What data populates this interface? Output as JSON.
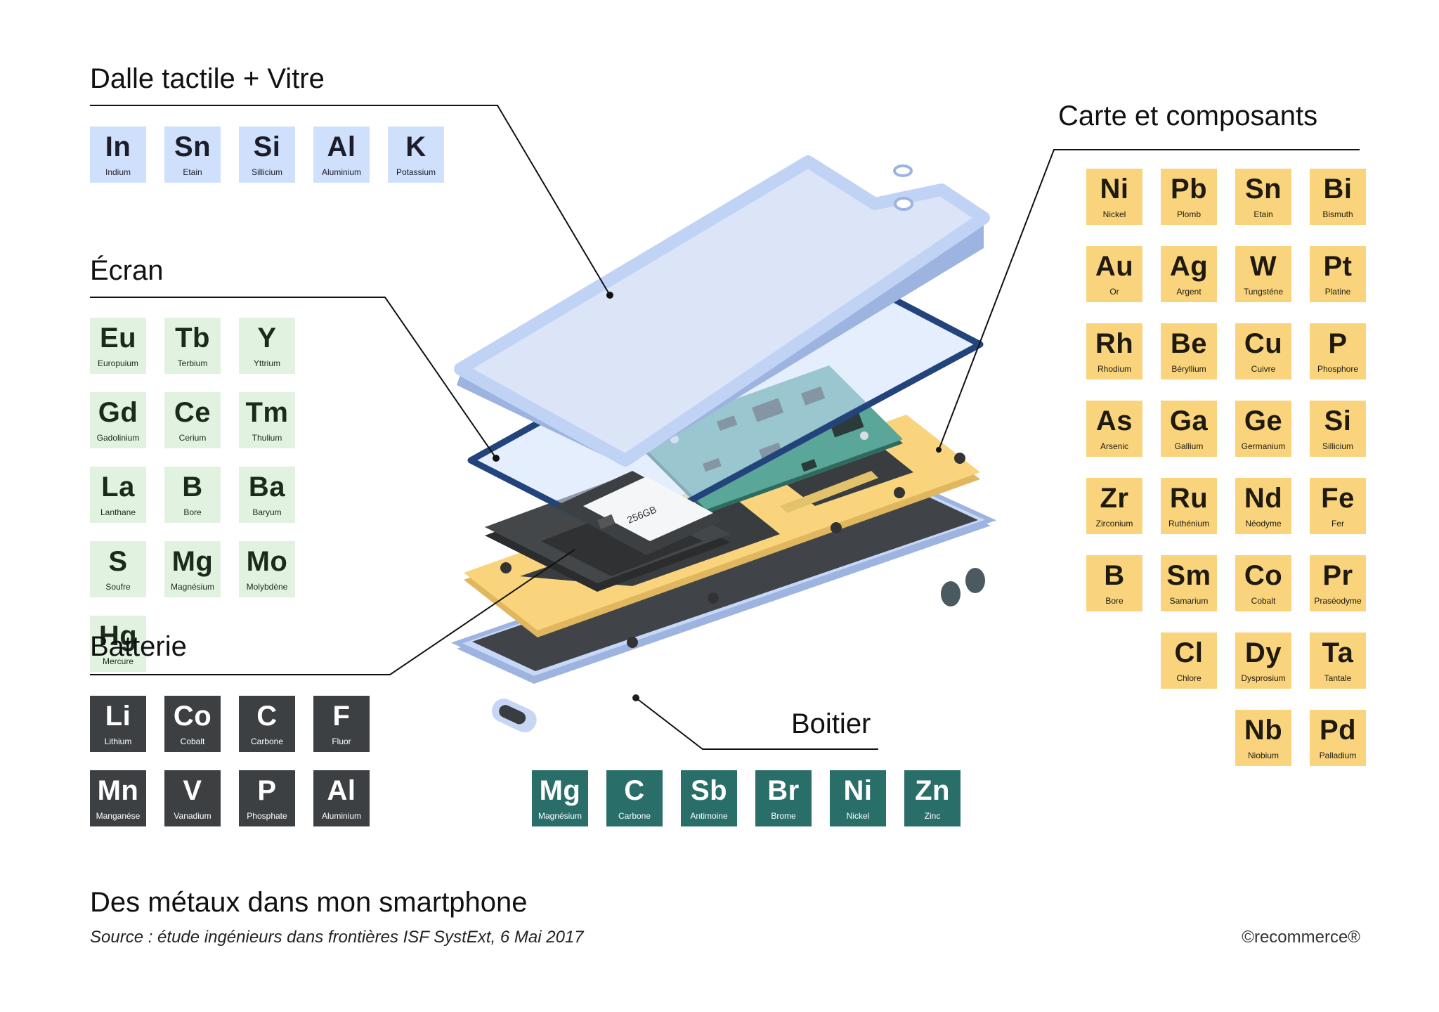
{
  "sections": {
    "dalle": {
      "title": "Dalle tactile + Vitre",
      "elements": [
        {
          "sym": "In",
          "name": "Indium"
        },
        {
          "sym": "Sn",
          "name": "Etain"
        },
        {
          "sym": "Si",
          "name": "Sillicium"
        },
        {
          "sym": "Al",
          "name": "Aluminium"
        },
        {
          "sym": "K",
          "name": "Potassium"
        }
      ]
    },
    "ecran": {
      "title": "Écran",
      "elements": [
        {
          "sym": "Eu",
          "name": "Europuium"
        },
        {
          "sym": "Tb",
          "name": "Terbium"
        },
        {
          "sym": "Y",
          "name": "Yttrium"
        },
        {
          "sym": "Gd",
          "name": "Gadolinium"
        },
        {
          "sym": "Ce",
          "name": "Cerium"
        },
        {
          "sym": "Tm",
          "name": "Thulium"
        },
        {
          "sym": "La",
          "name": "Lanthane"
        },
        {
          "sym": "B",
          "name": "Bore"
        },
        {
          "sym": "Ba",
          "name": "Baryum"
        },
        {
          "sym": "S",
          "name": "Soufre"
        },
        {
          "sym": "Mg",
          "name": "Magnésium"
        },
        {
          "sym": "Mo",
          "name": "Molybdène"
        },
        {
          "sym": "Hg",
          "name": "Mercure"
        }
      ]
    },
    "batterie": {
      "title": "Batterie",
      "elements": [
        {
          "sym": "Li",
          "name": "Lithium"
        },
        {
          "sym": "Co",
          "name": "Cobalt"
        },
        {
          "sym": "C",
          "name": "Carbone"
        },
        {
          "sym": "F",
          "name": "Fluor"
        },
        {
          "sym": "Mn",
          "name": "Manganése"
        },
        {
          "sym": "V",
          "name": "Vanadium"
        },
        {
          "sym": "P",
          "name": "Phosphate"
        },
        {
          "sym": "Al",
          "name": "Aluminium"
        }
      ]
    },
    "boitier": {
      "title": "Boitier",
      "elements": [
        {
          "sym": "Mg",
          "name": "Magnésium"
        },
        {
          "sym": "C",
          "name": "Carbone"
        },
        {
          "sym": "Sb",
          "name": "Antimoine"
        },
        {
          "sym": "Br",
          "name": "Brome"
        },
        {
          "sym": "Ni",
          "name": "Nickel"
        },
        {
          "sym": "Zn",
          "name": "Zinc"
        }
      ]
    },
    "carte": {
      "title": "Carte et composants",
      "elements": [
        {
          "sym": "Ni",
          "name": "Nickel"
        },
        {
          "sym": "Pb",
          "name": "Plomb"
        },
        {
          "sym": "Sn",
          "name": "Etain"
        },
        {
          "sym": "Bi",
          "name": "Bismuth"
        },
        {
          "sym": "Au",
          "name": "Or"
        },
        {
          "sym": "Ag",
          "name": "Argent"
        },
        {
          "sym": "W",
          "name": "Tungsténe"
        },
        {
          "sym": "Pt",
          "name": "Platine"
        },
        {
          "sym": "Rh",
          "name": "Rhodium"
        },
        {
          "sym": "Be",
          "name": "Béryllium"
        },
        {
          "sym": "Cu",
          "name": "Cuivre"
        },
        {
          "sym": "P",
          "name": "Phosphore"
        },
        {
          "sym": "As",
          "name": "Arsenic"
        },
        {
          "sym": "Ga",
          "name": "Gallium"
        },
        {
          "sym": "Ge",
          "name": "Germanium"
        },
        {
          "sym": "Si",
          "name": "Sillicium"
        },
        {
          "sym": "Zr",
          "name": "Zirconium"
        },
        {
          "sym": "Ru",
          "name": "Ruthénium"
        },
        {
          "sym": "Nd",
          "name": "Néodyme"
        },
        {
          "sym": "Fe",
          "name": "Fer"
        },
        {
          "sym": "B",
          "name": "Bore"
        },
        {
          "sym": "Sm",
          "name": "Samarium"
        },
        {
          "sym": "Co",
          "name": "Cobalt"
        },
        {
          "sym": "Pr",
          "name": "Praséodyme"
        },
        {
          "sym": "",
          "name": ""
        },
        {
          "sym": "Cl",
          "name": "Chlore"
        },
        {
          "sym": "Dy",
          "name": "Dysprosium"
        },
        {
          "sym": "Ta",
          "name": "Tantale"
        },
        {
          "sym": "",
          "name": ""
        },
        {
          "sym": "",
          "name": ""
        },
        {
          "sym": "Nb",
          "name": "Niobium"
        },
        {
          "sym": "Pd",
          "name": "Palladium"
        }
      ]
    }
  },
  "chip_label": "256GB",
  "footer": {
    "title": "Des métaux dans mon smartphone",
    "source": "Source : étude ingénieurs dans frontières ISF SystExt, 6 Mai 2017",
    "brand": "©recommerce®"
  },
  "colors": {
    "blue": "#cfe0fc",
    "green": "#e1f3e0",
    "dark": "#3d4043",
    "teal": "#2a6e6a",
    "yellow": "#f9d47c"
  }
}
